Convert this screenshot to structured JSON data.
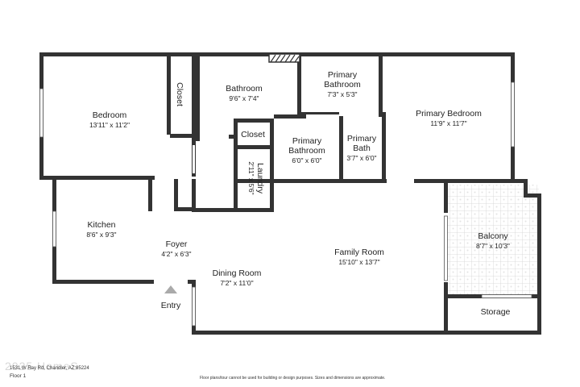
{
  "rooms": {
    "bedroom": {
      "name": "Bedroom",
      "dim": "13'11\" x 11'2\""
    },
    "closet1": {
      "name": "Closet"
    },
    "bathroom": {
      "name": "Bathroom",
      "dim": "9'6\" x 7'4\""
    },
    "primary_bathroom_top": {
      "name1": "Primary",
      "name2": "Bathroom",
      "dim": "7'3\" x 5'3\""
    },
    "primary_bedroom": {
      "name": "Primary Bedroom",
      "dim": "11'9\" x 11'7\""
    },
    "closet2": {
      "name": "Closet"
    },
    "primary_bathroom_mid": {
      "name1": "Primary",
      "name2": "Bathroom",
      "dim": "6'0\" x 6'0\""
    },
    "primary_bath": {
      "name1": "Primary",
      "name2": "Bath",
      "dim": "3'7\" x 6'0\""
    },
    "laundry": {
      "name": "Laundry",
      "dim": "2'11\" x 5'6\""
    },
    "kitchen": {
      "name": "Kitchen",
      "dim": "8'6\" x 9'3\""
    },
    "foyer": {
      "name": "Foyer",
      "dim": "4'2\" x 6'3\""
    },
    "dining_room": {
      "name": "Dining Room",
      "dim": "7'2\" x 11'0\""
    },
    "family_room": {
      "name": "Family Room",
      "dim": "15'10\" x 13'7\""
    },
    "balcony": {
      "name": "Balcony",
      "dim": "8'7\" x 10'3\""
    },
    "storage": {
      "name": "Storage"
    },
    "entry": {
      "name": "Entry"
    }
  },
  "footer": {
    "address": "1531 W Ray Rd, Chandler, AZ 85224",
    "floor": "Floor 1",
    "watermark": "2025 HomeS",
    "disclaimer": "Floor plans/tour cannot be used for building or design purposes. Sizes and dimensions are approximate."
  },
  "colors": {
    "wall": "#333333",
    "floor": "#ffffff",
    "balcony_grid": "#cfcfcf"
  }
}
